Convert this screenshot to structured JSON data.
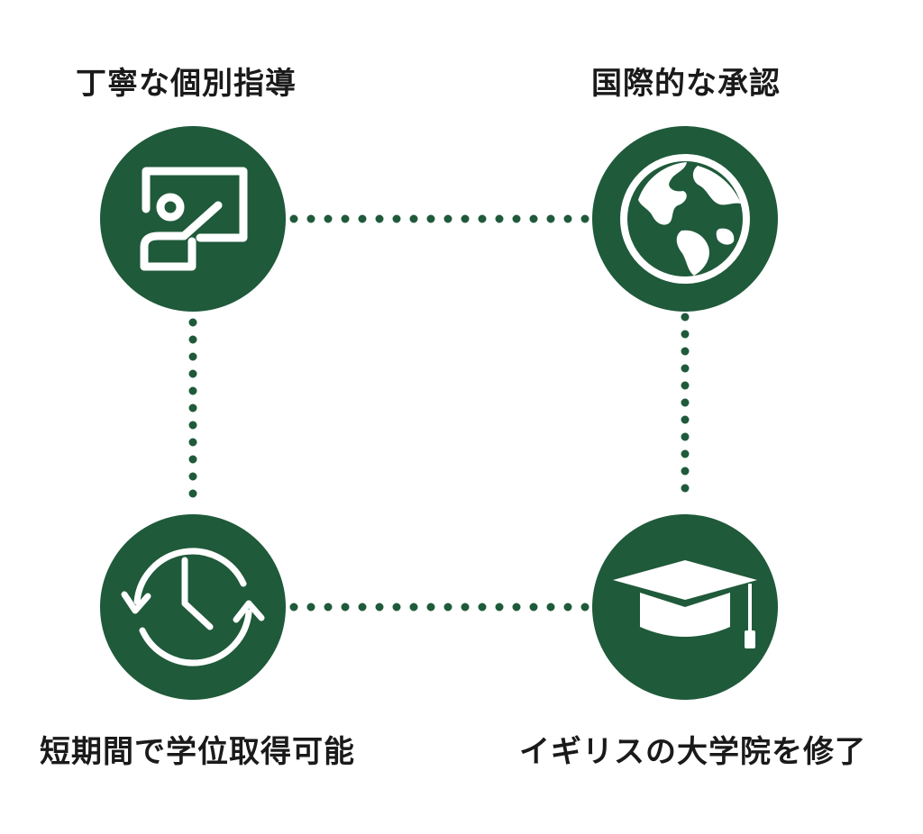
{
  "features": {
    "top_left": {
      "label": "丁寧な個別指導",
      "icon": "teacher-board-icon"
    },
    "top_right": {
      "label": "国際的な承認",
      "icon": "globe-icon"
    },
    "bottom_left": {
      "label": "短期間で学位取得可能",
      "icon": "clock-cycle-icon"
    },
    "bottom_right": {
      "label": "イギリスの大学院を修了",
      "icon": "graduation-cap-icon"
    }
  },
  "colors": {
    "circle": "#1f5a3a",
    "dots": "#1f5a3a",
    "icon": "#ffffff",
    "text": "#1a1a1a"
  }
}
